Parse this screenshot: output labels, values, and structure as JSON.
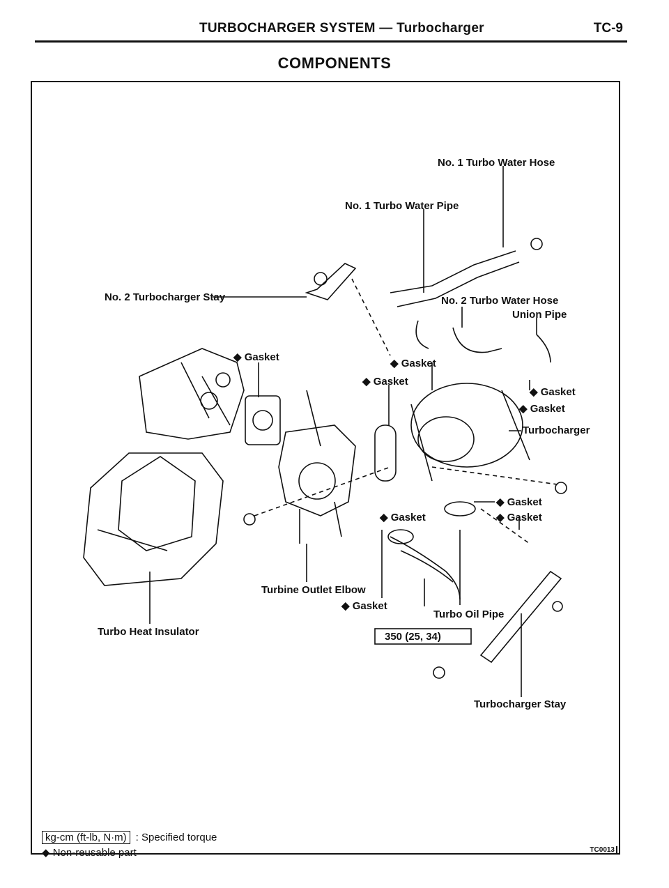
{
  "header": {
    "title": "TURBOCHARGER SYSTEM — Turbocharger",
    "page": "TC-9"
  },
  "section_title": "COMPONENTS",
  "labels": {
    "water_hose_1": "No. 1 Turbo Water Hose",
    "water_pipe_1": "No. 1 Turbo Water Pipe",
    "stay_2": "No. 2 Turbocharger Stay",
    "water_hose_2": "No. 2 Turbo Water Hose",
    "union_pipe": "Union Pipe",
    "gasket_top_left": "Gasket",
    "gasket_center": "Gasket",
    "gasket_mid": "Gasket",
    "gasket_right_1": "Gasket",
    "gasket_right_2": "Gasket",
    "turbocharger": "Turbocharger",
    "gasket_lower_right": "Gasket",
    "gasket_lower_mid": "Gasket",
    "gasket_lower_right_2": "Gasket",
    "turbine_outlet_elbow": "Turbine Outlet Elbow",
    "gasket_bottom": "Gasket",
    "turbo_oil_pipe": "Turbo Oil Pipe",
    "torque_value": "350 (25, 34)",
    "heat_insulator": "Turbo Heat Insulator",
    "turbocharger_stay": "Turbocharger Stay"
  },
  "legend": {
    "torque_unit": "kg-cm (ft-lb, N·m)",
    "torque_desc": ": Specified torque",
    "nonreusable": "◆ Non-reusable part"
  },
  "figure_id": "TC0013"
}
